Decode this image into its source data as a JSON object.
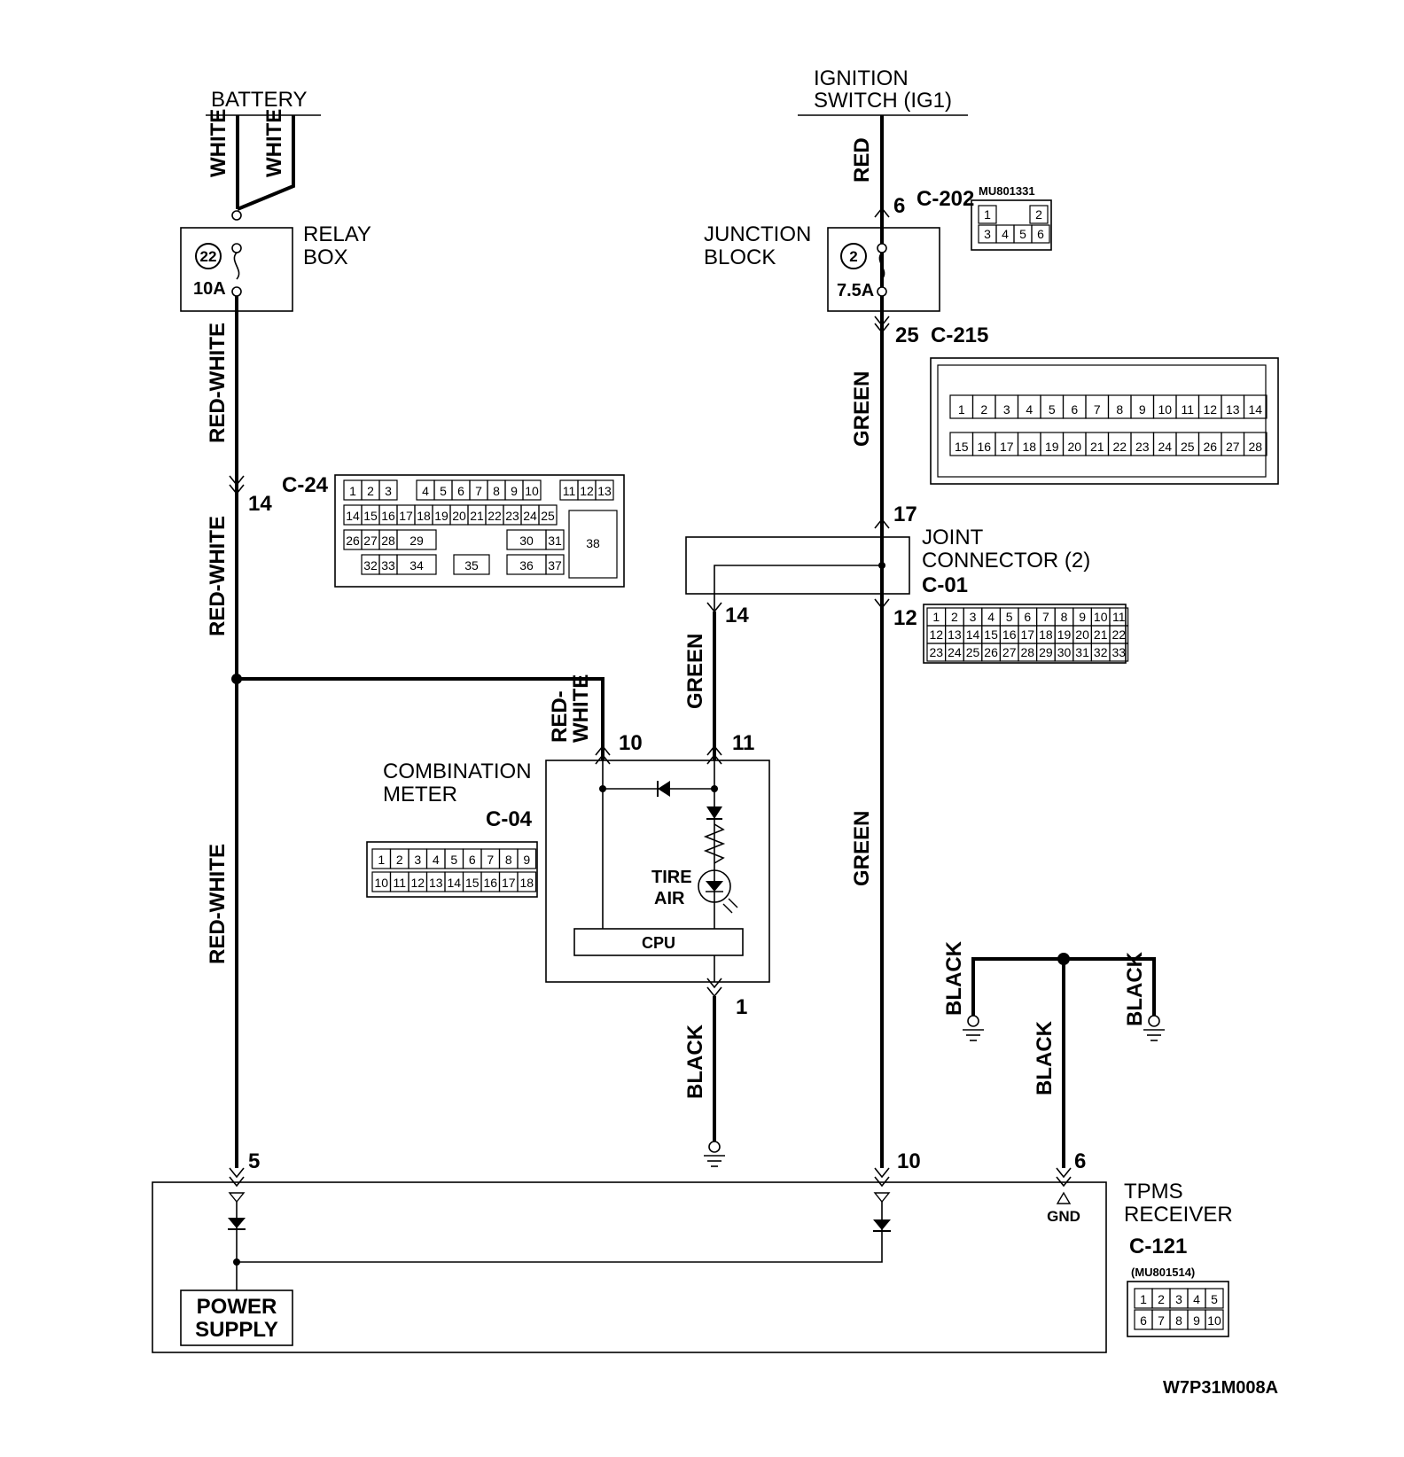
{
  "sources": {
    "battery": "BATTERY",
    "ignition_line1": "IGNITION",
    "ignition_line2": "SWITCH (IG1)"
  },
  "relay_box": {
    "label_line1": "RELAY",
    "label_line2": "BOX",
    "fuse_number": "22",
    "fuse_rating": "10A"
  },
  "junction_block": {
    "label_line1": "JUNCTION",
    "label_line2": "BLOCK",
    "fuse_number": "2",
    "fuse_rating": "7.5A"
  },
  "connectors": {
    "c202": "C-202",
    "c202_part": "MU801331",
    "c202_pins": [
      "1",
      "2",
      "3",
      "4",
      "5",
      "6"
    ],
    "c215": "C-215",
    "c215_row1": [
      "1",
      "2",
      "3",
      "4",
      "5",
      "6",
      "7",
      "8",
      "9",
      "10",
      "11",
      "12",
      "13",
      "14"
    ],
    "c215_row2": [
      "15",
      "16",
      "17",
      "18",
      "19",
      "20",
      "21",
      "22",
      "23",
      "24",
      "25",
      "26",
      "27",
      "28"
    ],
    "c24": "C-24",
    "c24_row1a": [
      "1",
      "2",
      "3"
    ],
    "c24_row1b": [
      "4",
      "5",
      "6",
      "7",
      "8",
      "9",
      "10"
    ],
    "c24_row1c": [
      "11",
      "12",
      "13"
    ],
    "c24_row2": [
      "14",
      "15",
      "16",
      "17",
      "18",
      "19",
      "20",
      "21",
      "22",
      "23",
      "24",
      "25"
    ],
    "c24_other": [
      "26",
      "27",
      "28",
      "29",
      "30",
      "31",
      "32",
      "33",
      "34",
      "35",
      "36",
      "37",
      "38"
    ],
    "c01": "C-01",
    "c01_row1": [
      "1",
      "2",
      "3",
      "4",
      "5",
      "6",
      "7",
      "8",
      "9",
      "10",
      "11"
    ],
    "c01_row2": [
      "12",
      "13",
      "14",
      "15",
      "16",
      "17",
      "18",
      "19",
      "20",
      "21",
      "22"
    ],
    "c01_row3": [
      "23",
      "24",
      "25",
      "26",
      "27",
      "28",
      "29",
      "30",
      "31",
      "32",
      "33"
    ],
    "c04": "C-04",
    "c04_row1": [
      "1",
      "2",
      "3",
      "4",
      "5",
      "6",
      "7",
      "8",
      "9"
    ],
    "c04_row2": [
      "10",
      "11",
      "12",
      "13",
      "14",
      "15",
      "16",
      "17",
      "18"
    ],
    "c121": "C-121",
    "c121_part": "(MU801514)",
    "c121_row1": [
      "1",
      "2",
      "3",
      "4",
      "5"
    ],
    "c121_row2": [
      "6",
      "7",
      "8",
      "9",
      "10"
    ]
  },
  "wires": {
    "white": "WHITE",
    "red_white": "RED-WHITE",
    "red_white_a": "RED-",
    "red_white_b": "WHITE",
    "red": "RED",
    "green": "GREEN",
    "black": "BLACK"
  },
  "pins": {
    "p6": "6",
    "p25": "25",
    "p14": "14",
    "p17": "17",
    "p12": "12",
    "p14b": "14",
    "p10": "10",
    "p11": "11",
    "p1": "1",
    "p5": "5",
    "p10b": "10",
    "p6b": "6"
  },
  "joint_connector": {
    "label_line1": "JOINT",
    "label_line2": "CONNECTOR (2)"
  },
  "combination_meter": {
    "label_line1": "COMBINATION",
    "label_line2": "METER",
    "lamp_line1": "TIRE",
    "lamp_line2": "AIR",
    "cpu": "CPU"
  },
  "tpms": {
    "label_line1": "TPMS",
    "label_line2": "RECEIVER",
    "gnd": "GND",
    "power_line1": "POWER",
    "power_line2": "SUPPLY"
  },
  "figure_code": "W7P31M008A"
}
